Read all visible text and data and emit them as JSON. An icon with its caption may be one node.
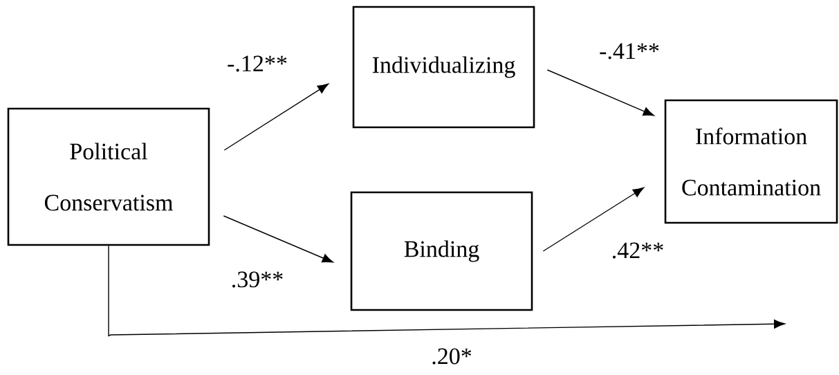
{
  "diagram": {
    "nodes": [
      {
        "text": [
          "Political Conservatism"
        ]
      },
      {
        "text": [
          "Individualizing"
        ]
      },
      {
        "text": [
          "Binding"
        ]
      },
      {
        "text": [
          "Information Contamination"
        ]
      }
    ],
    "edges": [
      {
        "from": 0,
        "to": 1,
        "arrow": "to",
        "label": "-.12**"
      },
      {
        "from": 0,
        "to": 2,
        "arrow": "to",
        "label": ".39**"
      },
      {
        "from": 1,
        "to": 3,
        "arrow": "to",
        "label": "-.41**"
      },
      {
        "from": 2,
        "to": 3,
        "arrow": "to",
        "label": ".42**"
      },
      {
        "from": 0,
        "to": null,
        "arrow": "to",
        "label": ".20*"
      }
    ]
  }
}
